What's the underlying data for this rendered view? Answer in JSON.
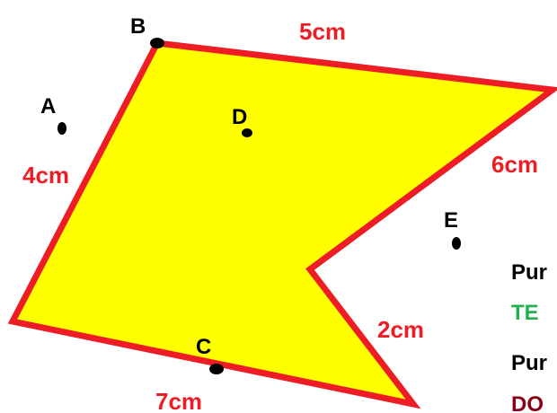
{
  "colors": {
    "fill": "#ffff00",
    "stroke": "#ee1c24",
    "point": "#000000",
    "side_label": "#ee1c24",
    "legend_inside": "#22b14c",
    "legend_outside": "#880015",
    "legend_heading": "#000000"
  },
  "points": [
    {
      "label": "A"
    },
    {
      "label": "B"
    },
    {
      "label": "C"
    },
    {
      "label": "D"
    },
    {
      "label": "E"
    }
  ],
  "sides": [
    {
      "label": "5cm"
    },
    {
      "label": "6cm"
    },
    {
      "label": "2cm"
    },
    {
      "label": "7cm"
    },
    {
      "label": "4cm"
    }
  ],
  "legend": {
    "line1": "Pur",
    "line2": "TE",
    "line3": "Pur",
    "line4": "DO"
  }
}
